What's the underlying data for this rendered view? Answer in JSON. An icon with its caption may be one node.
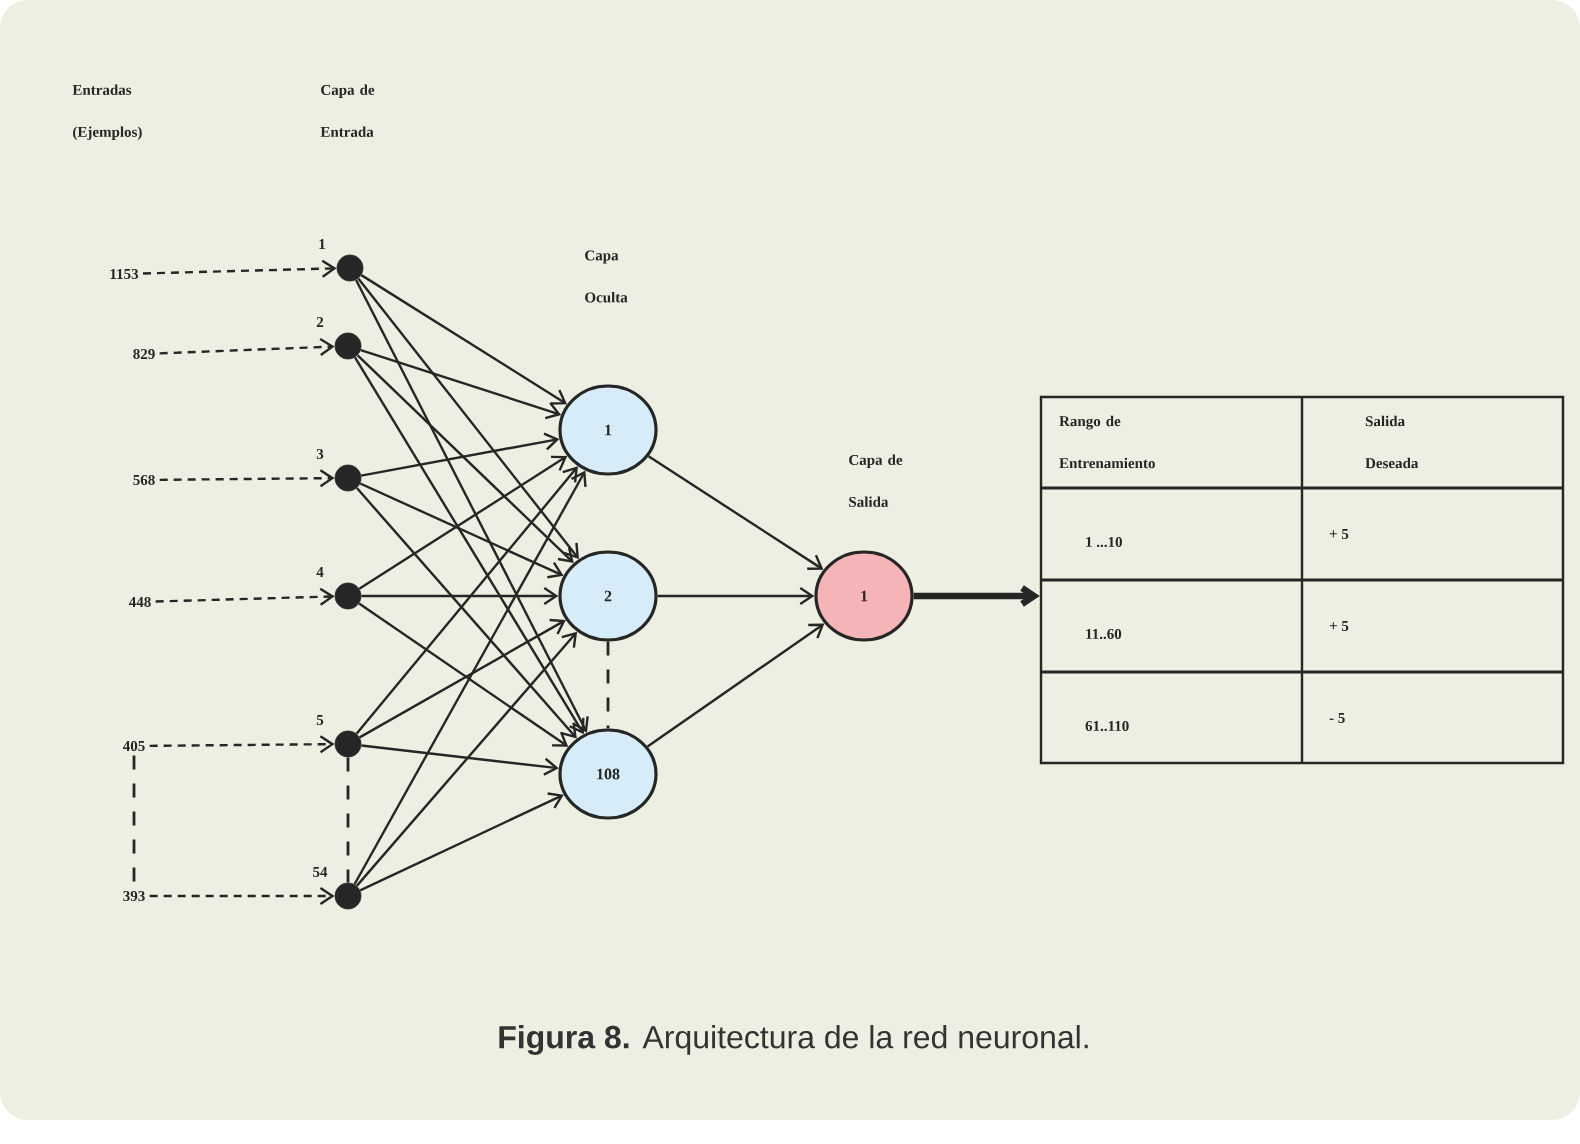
{
  "diagram": {
    "caption": "**Figura 8.** Arquitectura de la red neuronal.",
    "nodes": [
      {
        "text": [
          "1153"
        ]
      },
      {
        "text": [
          "829"
        ]
      },
      {
        "text": [
          "568"
        ]
      },
      {
        "text": [
          "448"
        ]
      },
      {
        "text": [
          "405"
        ]
      },
      {
        "text": [
          "393"
        ]
      },
      {
        "text": [],
        "shape": "circle",
        "beside": [
          "1"
        ]
      },
      {
        "text": [],
        "shape": "circle",
        "beside": [
          "2"
        ]
      },
      {
        "text": [],
        "shape": "circle",
        "beside": [
          "3"
        ]
      },
      {
        "text": [],
        "shape": "circle",
        "beside": [
          "4"
        ]
      },
      {
        "text": [],
        "shape": "circle",
        "beside": [
          "5"
        ]
      },
      {
        "text": [],
        "shape": "circle",
        "beside": [
          "54"
        ]
      },
      {
        "text": [
          "1"
        ]
      },
      {
        "text": [
          "2"
        ]
      },
      {
        "text": [
          "108"
        ]
      },
      {
        "text": [
          "1"
        ]
      },
      {
        "text": [
          "Rango de Entrenamiento",
          "Salida Deseada",
          "1 ...10",
          "+ 5",
          "11..60",
          "+ 5",
          "61..110",
          "- 5"
        ]
      }
    ],
    "edges": [
      {
        "from": 0,
        "to": 6,
        "arrow": "to",
        "style": "dashed"
      },
      {
        "from": 1,
        "to": 7,
        "arrow": "to",
        "style": "dashed"
      },
      {
        "from": 2,
        "to": 8,
        "arrow": "to",
        "style": "dashed"
      },
      {
        "from": 3,
        "to": 9,
        "arrow": "to",
        "style": "dashed"
      },
      {
        "from": 4,
        "to": 10,
        "arrow": "to",
        "style": "dashed"
      },
      {
        "from": 5,
        "to": 11,
        "arrow": "to",
        "style": "dashed"
      },
      {
        "from": 4,
        "to": 5,
        "arrow": "none",
        "style": "dashed"
      },
      {
        "from": 10,
        "to": 11,
        "arrow": "none",
        "style": "dashed"
      },
      {
        "from": 6,
        "to": 12,
        "arrow": "to"
      },
      {
        "from": 6,
        "to": 13,
        "arrow": "to"
      },
      {
        "from": 6,
        "to": 14,
        "arrow": "to"
      },
      {
        "from": 7,
        "to": 12,
        "arrow": "to"
      },
      {
        "from": 7,
        "to": 13,
        "arrow": "to"
      },
      {
        "from": 7,
        "to": 14,
        "arrow": "to"
      },
      {
        "from": 8,
        "to": 12,
        "arrow": "to"
      },
      {
        "from": 8,
        "to": 13,
        "arrow": "to"
      },
      {
        "from": 8,
        "to": 14,
        "arrow": "to"
      },
      {
        "from": 9,
        "to": 12,
        "arrow": "to"
      },
      {
        "from": 9,
        "to": 13,
        "arrow": "to"
      },
      {
        "from": 9,
        "to": 14,
        "arrow": "to"
      },
      {
        "from": 10,
        "to": 12,
        "arrow": "to"
      },
      {
        "from": 10,
        "to": 13,
        "arrow": "to"
      },
      {
        "from": 10,
        "to": 14,
        "arrow": "to"
      },
      {
        "from": 11,
        "to": 12,
        "arrow": "to"
      },
      {
        "from": 11,
        "to": 13,
        "arrow": "to"
      },
      {
        "from": 11,
        "to": 14,
        "arrow": "to"
      },
      {
        "from": 13,
        "to": 14,
        "arrow": "none",
        "style": "dashed"
      },
      {
        "from": 12,
        "to": 15,
        "arrow": "to"
      },
      {
        "from": 13,
        "to": 15,
        "arrow": "to"
      },
      {
        "from": 14,
        "to": 15,
        "arrow": "to"
      },
      {
        "from": 15,
        "to": 16,
        "arrow": "to",
        "style": "thick"
      }
    ],
    "labels": [
      "Entradas (Ejemplos)",
      "Capa de Entrada",
      "Capa Oculta",
      "Capa de Salida"
    ]
  }
}
